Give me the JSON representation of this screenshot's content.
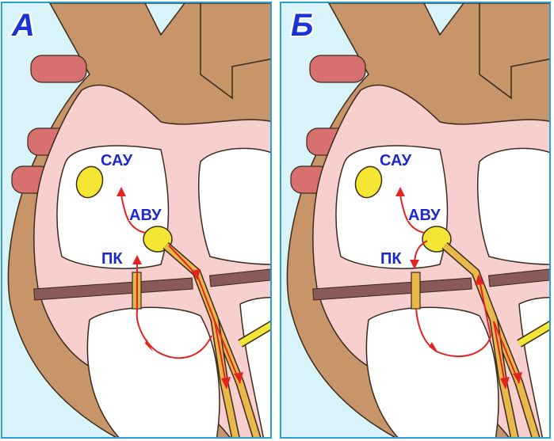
{
  "panels": [
    {
      "letter": "А",
      "labels": {
        "sau": "САУ",
        "avu": "АВУ",
        "pk": "ПК"
      }
    },
    {
      "letter": "Б",
      "labels": {
        "sau": "САУ",
        "avu": "АВУ",
        "pk": "ПК"
      }
    }
  ],
  "colors": {
    "background": "#d8f4f8",
    "muscle": "#c8956a",
    "tissue": "#f8cfcf",
    "chamber": "#ffffff",
    "vessel": "#d87070",
    "node": "#f5e633",
    "pathway": "#e8b84a",
    "arrow": "#e52222",
    "label": "#1a28d0",
    "frame": "#2a9fd6"
  }
}
